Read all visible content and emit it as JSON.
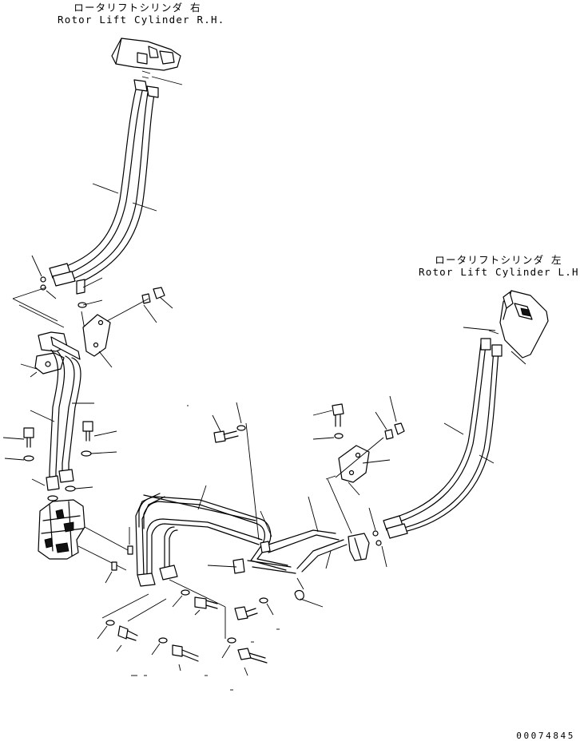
{
  "labels": {
    "right_cylinder_jp": "ロータリフトシリンダ 右",
    "right_cylinder_en": "Rotor Lift Cylinder R.H.",
    "left_cylinder_jp": "ロータリフトシリンダ 左",
    "left_cylinder_en": "Rotor Lift Cylinder L.H."
  },
  "drawing_number": "00074845"
}
